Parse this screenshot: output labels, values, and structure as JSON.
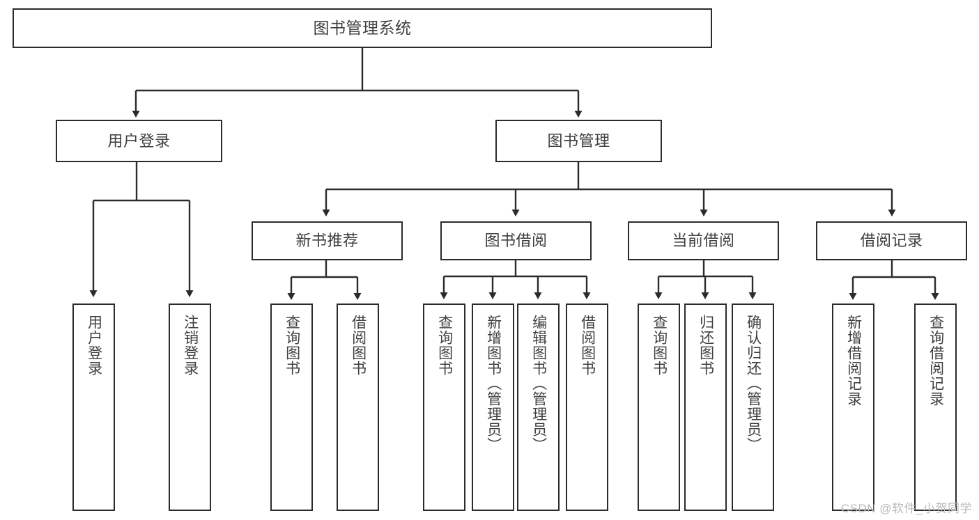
{
  "diagram": {
    "title": "图书管理系统",
    "type": "tree-structure-chart",
    "accent_color": "#2b2b2b",
    "text_color": "#3f3f3f",
    "background_color": "#ffffff"
  },
  "nodes": {
    "root": {
      "label": "图书管理系统"
    },
    "level2": [
      {
        "label": "用户登录"
      },
      {
        "label": "图书管理"
      }
    ],
    "level3": [
      {
        "label": "新书推荐"
      },
      {
        "label": "图书借阅"
      },
      {
        "label": "当前借阅"
      },
      {
        "label": "借阅记录"
      }
    ],
    "leaves": {
      "user_login": [
        {
          "label": "用户登录"
        },
        {
          "label": "注销登录"
        }
      ],
      "new_book_recommend": [
        {
          "label": "查询图书"
        },
        {
          "label": "借阅图书"
        }
      ],
      "book_borrow": [
        {
          "label": "查询图书"
        },
        {
          "label": "新增图书（管理员）"
        },
        {
          "label": "编辑图书（管理员）"
        },
        {
          "label": "借阅图书"
        }
      ],
      "current_borrow": [
        {
          "label": "查询图书"
        },
        {
          "label": "归还图书"
        },
        {
          "label": "确认归还（管理员）"
        }
      ],
      "borrow_record": [
        {
          "label": "新增借阅记录"
        },
        {
          "label": "查询借阅记录"
        }
      ]
    }
  },
  "watermark": {
    "text": "CSDN @软件_小贺同学"
  }
}
